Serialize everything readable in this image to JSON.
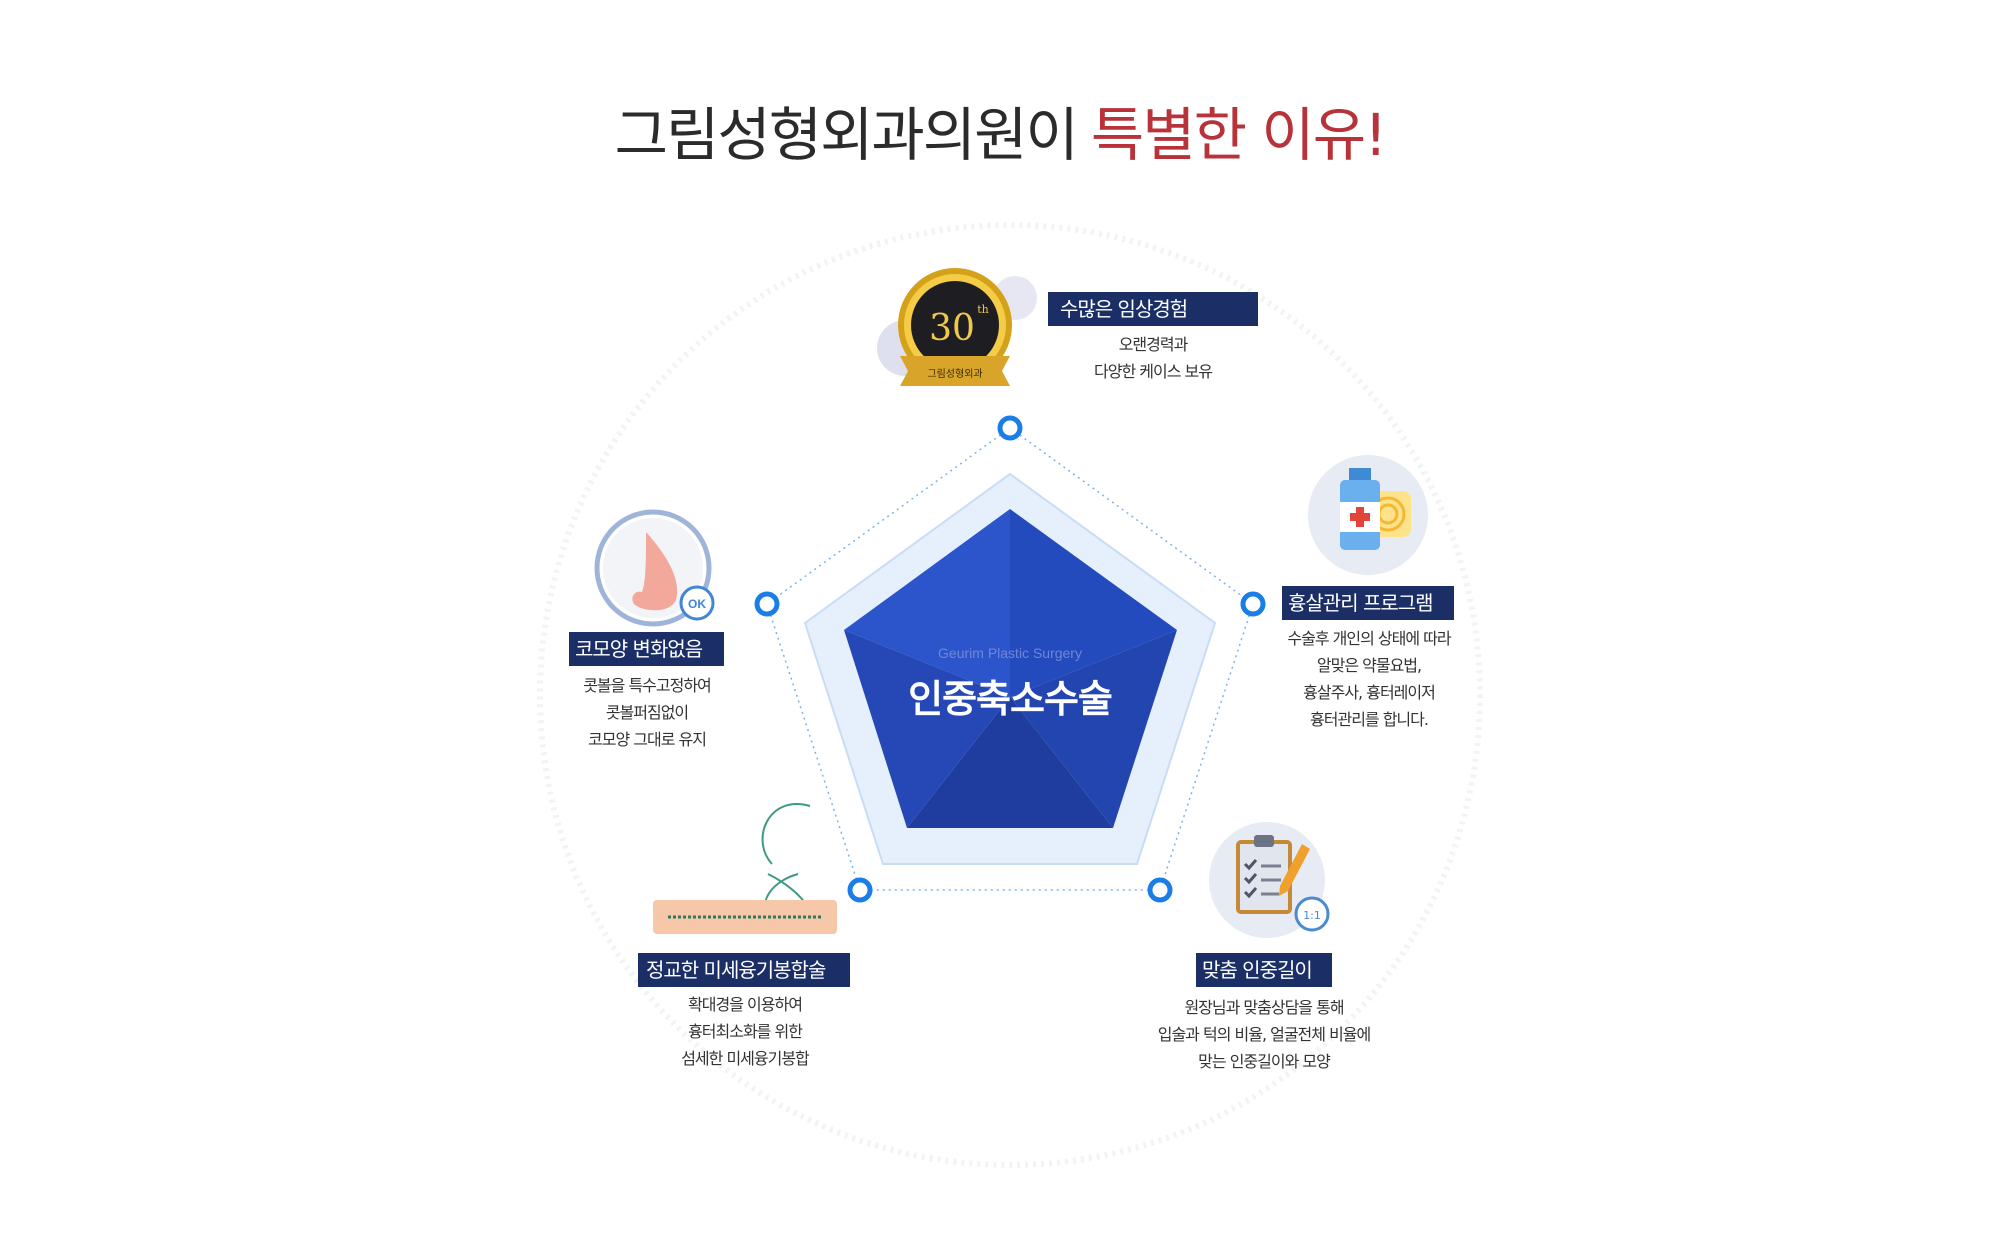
{
  "title": {
    "main": "그림성형외과의원이",
    "accent": "특별한 이유!"
  },
  "center": {
    "subtitle_en": "Geurim Plastic Surgery",
    "title": "인중축소수술"
  },
  "badge": {
    "number": "30",
    "suffix": "th",
    "ribbon": "그림성형외과"
  },
  "items": [
    {
      "label": "수많은 임상경험",
      "lines": [
        "오랜경력과",
        "다양한 케이스 보유"
      ]
    },
    {
      "label": "흉살관리 프로그램",
      "lines": [
        "수술후 개인의 상태에 따라",
        "알맞은 약물요법,",
        "흉살주사, 흉터레이저",
        "흉터관리를 합니다."
      ]
    },
    {
      "label": "맞춤 인중길이",
      "lines": [
        "원장님과 맞춤상담을 통해",
        "입술과 턱의 비율, 얼굴전체 비율에",
        "맞는 인중길이와 모양"
      ]
    },
    {
      "label": "정교한 미세융기봉합술",
      "lines": [
        "확대경을 이용하여",
        "흉터최소화를 위한",
        "섬세한 미세융기봉합"
      ]
    },
    {
      "label": "코모양 변화없음",
      "lines": [
        "콧볼을 특수고정하여",
        "콧볼퍼짐없이",
        "코모양 그대로 유지"
      ]
    }
  ],
  "nose_badge": "OK",
  "clipboard_badge": "1:1",
  "colors": {
    "navy": "#1b2f66",
    "accent_red": "#b8323a",
    "pentagon_blue": "#2a4fc4",
    "pentagon_light": "#e6f0fd",
    "node_blue": "#1a7ee6"
  }
}
